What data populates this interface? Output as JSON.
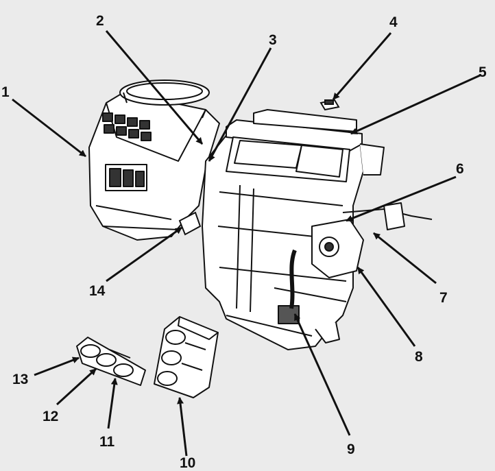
{
  "diagram": {
    "colors": {
      "background": "#ebebeb",
      "ink": "#111111",
      "fill": "#ffffff"
    },
    "callouts": [
      {
        "id": "c1",
        "label": "1"
      },
      {
        "id": "c2",
        "label": "2"
      },
      {
        "id": "c3",
        "label": "3"
      },
      {
        "id": "c4",
        "label": "4"
      },
      {
        "id": "c5",
        "label": "5"
      },
      {
        "id": "c6",
        "label": "6"
      },
      {
        "id": "c7",
        "label": "7"
      },
      {
        "id": "c8",
        "label": "8"
      },
      {
        "id": "c9",
        "label": "9"
      },
      {
        "id": "c10",
        "label": "10"
      },
      {
        "id": "c11",
        "label": "11"
      },
      {
        "id": "c12",
        "label": "12"
      },
      {
        "id": "c13",
        "label": "13"
      },
      {
        "id": "c14",
        "label": "14"
      }
    ]
  }
}
